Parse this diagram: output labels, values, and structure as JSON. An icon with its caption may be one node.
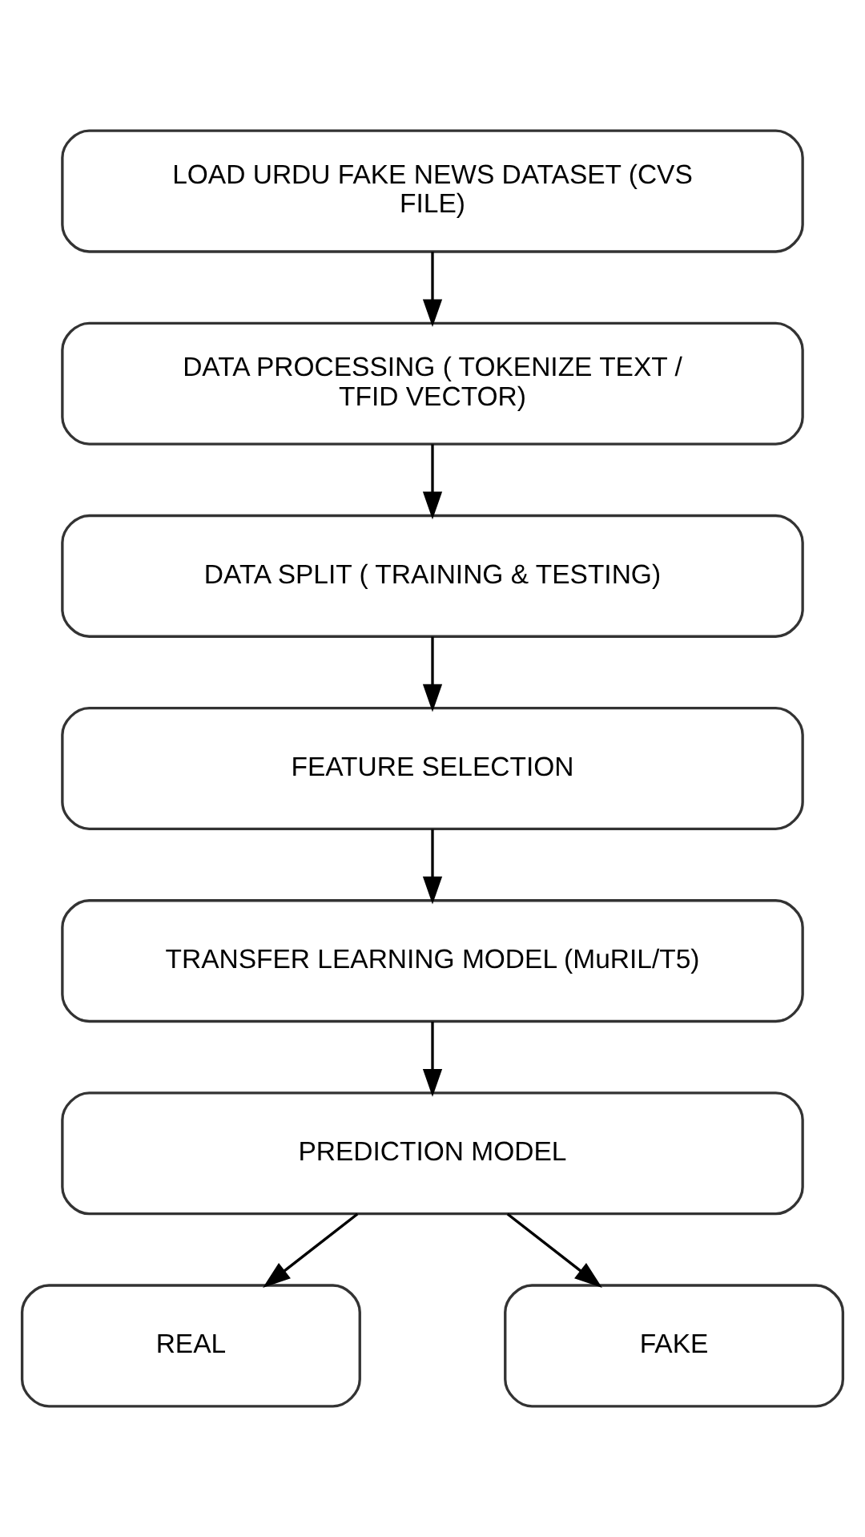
{
  "diagram": {
    "nodes": [
      {
        "text": [
          "LOAD URDU FAKE NEWS DATASET (CVS FILE)"
        ]
      },
      {
        "text": [
          "DATA PROCESSING ( TOKENIZE TEXT / TFID VECTOR)"
        ]
      },
      {
        "text": [
          "DATA SPLIT ( TRAINING & TESTING)"
        ]
      },
      {
        "text": [
          "FEATURE SELECTION"
        ]
      },
      {
        "text": [
          "TRANSFER LEARNING MODEL (MuRIL/T5)"
        ]
      },
      {
        "text": [
          "PREDICTION MODEL"
        ]
      },
      {
        "text": [
          "REAL"
        ]
      },
      {
        "text": [
          "FAKE"
        ]
      }
    ],
    "edges": [
      {
        "from": 0,
        "to": 1,
        "arrow": "to"
      },
      {
        "from": 1,
        "to": 2,
        "arrow": "to"
      },
      {
        "from": 2,
        "to": 3,
        "arrow": "to"
      },
      {
        "from": 3,
        "to": 4,
        "arrow": "to"
      },
      {
        "from": 4,
        "to": 5,
        "arrow": "to"
      },
      {
        "from": 5,
        "to": 6,
        "arrow": "to"
      },
      {
        "from": 5,
        "to": 7,
        "arrow": "to"
      }
    ]
  }
}
